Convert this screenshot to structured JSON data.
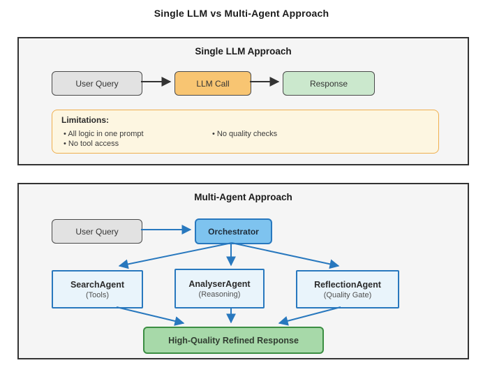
{
  "page_title": "Single LLM vs Multi-Agent Approach",
  "colors": {
    "panel_background": "#f5f5f5",
    "panel_border": "#333333",
    "gray_node_fill": "#e2e2e2",
    "gray_node_border": "#4a4a4a",
    "orange_node_fill": "#f8c572",
    "green_node_fill": "#cbe8cd",
    "agent_node_fill": "#e9f4fb",
    "blue_node_fill": "#7ec3ef",
    "blue_border": "#2878be",
    "final_node_fill": "#a7d9a9",
    "final_node_border": "#3b8e42",
    "limitations_fill": "#fdf6e1",
    "limitations_border": "#efaf4e",
    "black_arrow": "#333333"
  },
  "single_panel": {
    "title": "Single LLM Approach",
    "nodes": {
      "user_query": "User Query",
      "llm_call": "LLM Call",
      "response": "Response"
    },
    "limitations": {
      "title": "Limitations:",
      "items": [
        "All logic in one prompt",
        "No tool access",
        "No quality checks"
      ]
    }
  },
  "multi_panel": {
    "title": "Multi-Agent Approach",
    "nodes": {
      "user_query": "User Query",
      "orchestrator": "Orchestrator",
      "search_agent": {
        "name": "SearchAgent",
        "subtitle": "(Tools)"
      },
      "analyser_agent": {
        "name": "AnalyserAgent",
        "subtitle": "(Reasoning)"
      },
      "reflection_agent": {
        "name": "ReflectionAgent",
        "subtitle": "(Quality Gate)"
      },
      "final_response": "High-Quality Refined Response"
    }
  }
}
